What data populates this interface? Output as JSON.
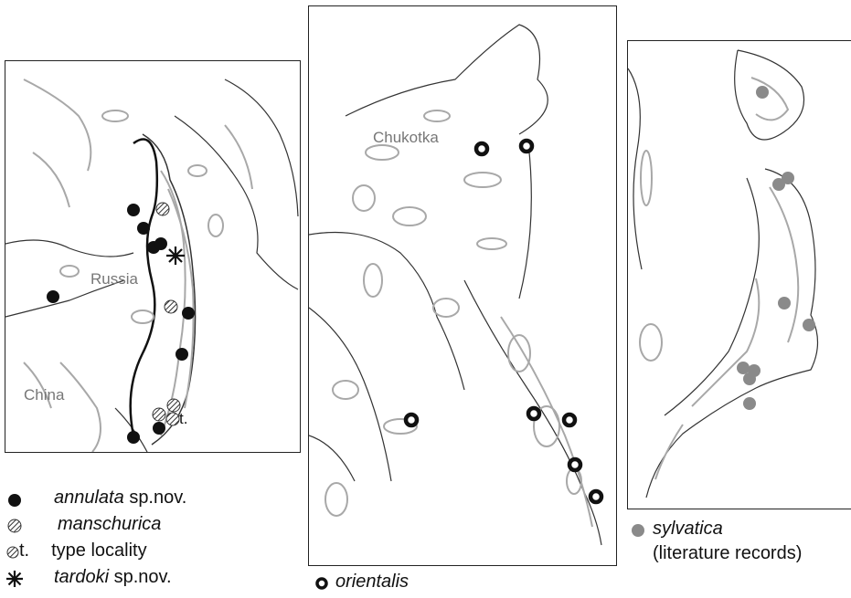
{
  "panels": {
    "left": {
      "labels": {
        "russia": "Russia",
        "china": "China",
        "type_mark": "t."
      }
    },
    "middle": {
      "labels": {
        "chukotka": "Chukotka"
      }
    },
    "right": {
      "labels": {}
    }
  },
  "legend": {
    "annulata": {
      "species": "annulata",
      "suffix": "sp.nov."
    },
    "manschurica": {
      "species": "manschurica"
    },
    "type_locality": {
      "mark": "t.",
      "text": "type locality"
    },
    "tardoki": {
      "species": "tardoki",
      "suffix": "sp.nov."
    },
    "orientalis": {
      "species": "orientalis"
    },
    "sylvatica": {
      "species": "sylvatica",
      "note": "(literature records)"
    }
  },
  "colors": {
    "annulata": "#111111",
    "manschurica": "#444444",
    "orientalis": "#111111",
    "sylvatica": "#8a8a8a",
    "contour": "#a8a8a8",
    "coast": "#333333"
  },
  "icons": {
    "annulata": "filled-circle-icon",
    "manschurica": "hatched-circle-icon",
    "tardoki": "asterisk-star-icon",
    "orientalis": "ring-icon",
    "sylvatica": "grey-circle-icon"
  }
}
